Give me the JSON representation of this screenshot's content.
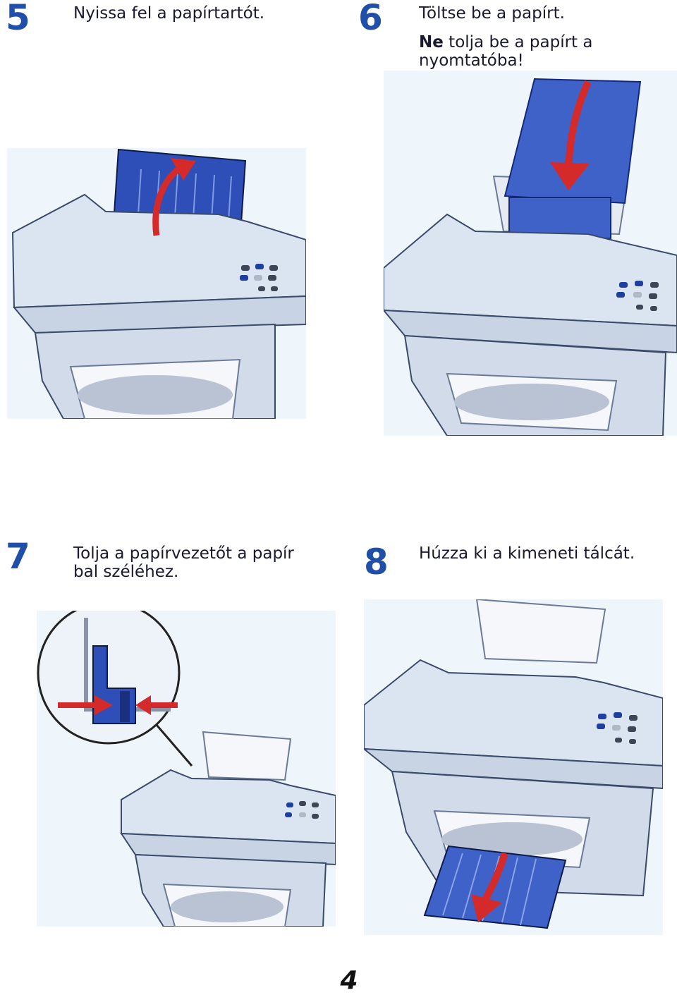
{
  "steps": [
    {
      "number": "5",
      "title": "Nyissa fel a papírtartót."
    },
    {
      "number": "6",
      "title": "Töltse be a papírt.",
      "warning_bold": "Ne",
      "warning_rest": " tolja be a papírt a",
      "warning_line2": "nyomtatóba!"
    },
    {
      "number": "7",
      "title_line1": "Tolja a papírvezetőt a papír",
      "title_line2": "bal széléhez."
    },
    {
      "number": "8",
      "title": "Húzza ki a kimeneti tálcát."
    }
  ],
  "page_number": "4",
  "colors": {
    "accent": "#1f4fa8",
    "paper": "#3f62c8",
    "arrow": "#d42a2a",
    "printer": "#d9e2ef"
  },
  "icons": [
    "up-arrow-icon",
    "down-arrow-icon",
    "left-arrow-icon",
    "right-arrow-icon"
  ]
}
